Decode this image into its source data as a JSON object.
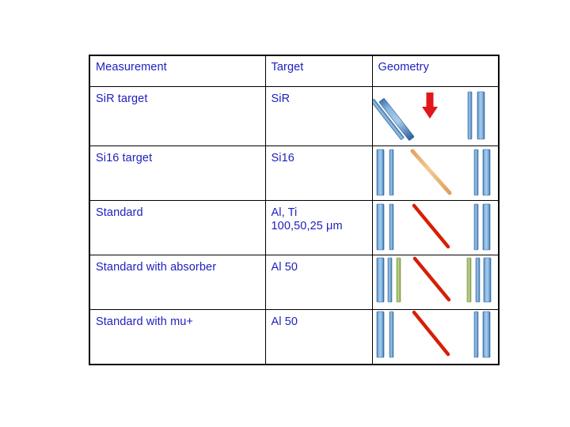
{
  "slide": {
    "background": "#ffffff",
    "text_color": "#2020C0"
  },
  "table": {
    "name": "measurement-target-geometry-table",
    "border_color": "#000000",
    "columns": [
      {
        "key": "measurement",
        "label": "Measurement"
      },
      {
        "key": "target",
        "label": "Target"
      },
      {
        "key": "geometry",
        "label": "Geometry"
      }
    ],
    "rows": [
      {
        "measurement": "SiR target",
        "target": "SiR",
        "geometry_name": "geometry-sir-target",
        "geometry_description": "two tilted blue detector bars with red downward arrow, plus two vertical blue bars at right"
      },
      {
        "measurement": "Si16 target",
        "target": "Si16",
        "geometry_name": "geometry-si16-target",
        "geometry_description": "two vertical blue bars at left, tan diagonal beam line, two vertical blue bars at right"
      },
      {
        "measurement": "Standard",
        "target": "Al, Ti\n100,50,25 μm",
        "geometry_name": "geometry-standard",
        "geometry_description": "two vertical blue bars at left, red diagonal beam line, two vertical blue bars at right"
      },
      {
        "measurement": "Standard with absorber",
        "target": "Al 50",
        "geometry_name": "geometry-standard-absorber",
        "geometry_description": "blue, blue and green bars at left, red diagonal beam line, green, blue and blue bars at right"
      },
      {
        "measurement": "Standard with mu+",
        "target": "Al 50",
        "geometry_name": "geometry-standard-muplus",
        "geometry_description": "two vertical blue bars at left, red diagonal beam line, two vertical blue bars at right"
      }
    ]
  },
  "colors": {
    "text_blue": "#2020C0",
    "bar_blue_light": "#9DC3E6",
    "bar_blue_mid": "#5B9BD5",
    "bar_blue_dark": "#2E6DA4",
    "bar_green": "#9BBB59",
    "bar_green_dark": "#76923C",
    "beam_red": "#D81E05",
    "beam_tan": "#E8B57A",
    "arrow_red": "#E2171B"
  }
}
